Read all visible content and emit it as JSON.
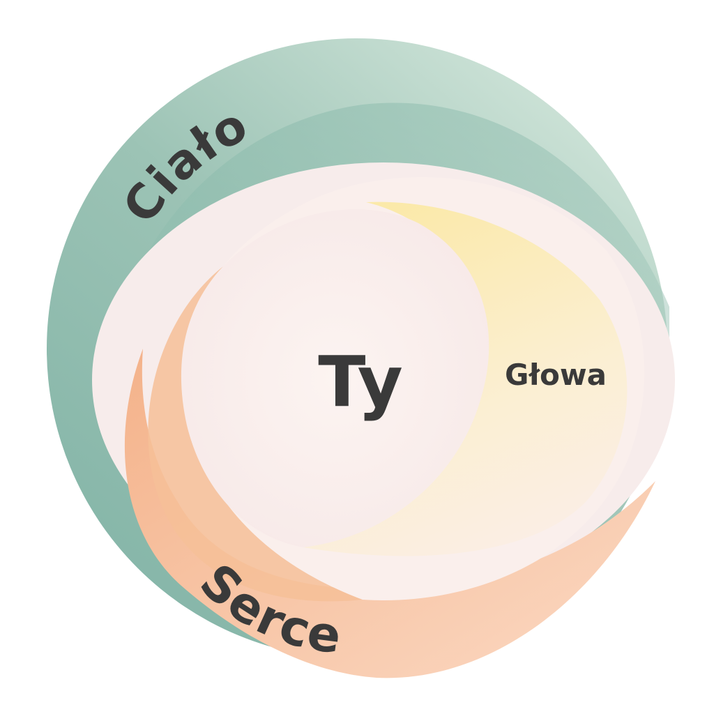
{
  "diagram": {
    "center_label": "Ty",
    "layers": [
      {
        "id": "cialo",
        "label": "Ciało",
        "color": "#7fb3a4"
      },
      {
        "id": "serce",
        "label": "Serce",
        "color": "#f6b58c"
      },
      {
        "id": "glowa",
        "label": "Głowa",
        "color": "#f8e7b0"
      }
    ],
    "core_color": "#fbf2ef",
    "text_color": "#3a3a3a"
  }
}
